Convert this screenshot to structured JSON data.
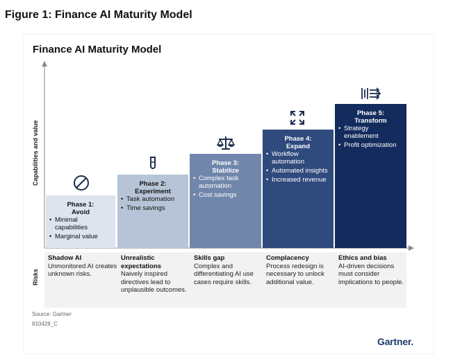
{
  "figure_title": "Figure 1: Finance AI Maturity Model",
  "chart_title": "Finance AI Maturity Model",
  "y_axis_label": "Capabilities and value",
  "risks_label": "Risks",
  "phases": [
    {
      "title": "Phase 1:\nAvoid",
      "icon": "prohibited-circle-icon",
      "items": [
        "Minimal capabilities",
        "Marginal value"
      ],
      "color": "#dde4ee",
      "text_color": "#111111"
    },
    {
      "title": "Phase 2:\nExperiment",
      "icon": "test-tube-icon",
      "items": [
        "Task automation",
        "Time savings"
      ],
      "color": "#b7c4d7",
      "text_color": "#111111"
    },
    {
      "title": "Phase 3:\nStabilize",
      "icon": "balance-scale-icon",
      "items": [
        "Complex task automation",
        "Cost savings"
      ],
      "color": "#7186ab",
      "text_color": "#ffffff"
    },
    {
      "title": "Phase 4:\nExpand",
      "icon": "expand-arrows-icon",
      "items": [
        "Workflow automation",
        "Automated insights",
        "Increased revenue"
      ],
      "color": "#2f4a7d",
      "text_color": "#ffffff"
    },
    {
      "title": "Phase 5:\nTransform",
      "icon": "transform-arrows-icon",
      "items": [
        "Strategy enablement",
        "Profit optimization"
      ],
      "color": "#132c5d",
      "text_color": "#ffffff"
    }
  ],
  "risks": [
    {
      "title": "Shadow AI",
      "text": "Unmonitored AI creates unknown risks."
    },
    {
      "title": "Unrealistic expectations",
      "text": "Naively inspired directives lead to unplausible outcomes."
    },
    {
      "title": "Skills gap",
      "text": "Complex and differentiating AI use cases require skills."
    },
    {
      "title": "Complacency",
      "text": "Process redesign is necessary to unlock additional value."
    },
    {
      "title": "Ethics and bias",
      "text": "AI-driven decisions must consider implications to people."
    }
  ],
  "source": "Source: Gartner",
  "figure_id": "810428_C",
  "brand": "Gartner",
  "brand_mark": "."
}
